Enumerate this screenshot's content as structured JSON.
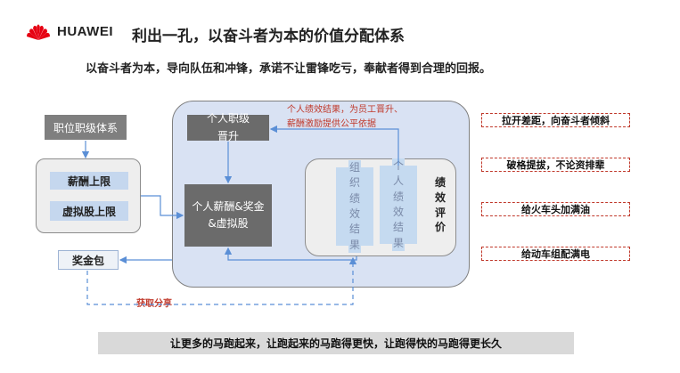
{
  "header": {
    "logo_text": "HUAWEI",
    "title": "利出一孔，以奋斗者为本的价值分配体系"
  },
  "subtitle": "以奋斗者为本，导向队伍和冲锋，承诺不让雷锋吃亏，奉献者得到合理的回报。",
  "left_column": {
    "grade_system": "职位职级体系",
    "salary_cap": "薪酬上限",
    "virtual_stock_cap": "虚拟股上限",
    "bonus_pool": "奖金包"
  },
  "center": {
    "promotion_line1": "个人职级",
    "promotion_line2": "晋升",
    "compensation_line1": "个人薪酬&奖金",
    "compensation_line2": "&虚拟股",
    "note_line1": "个人绩效结果，为员工晋升、",
    "note_line2": "薪酬激励提供公平依据"
  },
  "performance": {
    "org_result": "组织绩效结果",
    "personal_result": "个人绩效结果",
    "label": "绩效评价"
  },
  "tags": [
    "拉开差距，向奋斗者倾斜",
    "破格提拔，不论资排辈",
    "给火车头加满油",
    "给动车组配满电"
  ],
  "share_label": "获取分享",
  "footer": "让更多的马跑起来，让跑起来的马跑得更快，让跑得快的马跑得更长久",
  "colors": {
    "accent_red": "#c0392b",
    "arrow_blue": "#5b8fd6",
    "logo_red": "#e60012"
  }
}
